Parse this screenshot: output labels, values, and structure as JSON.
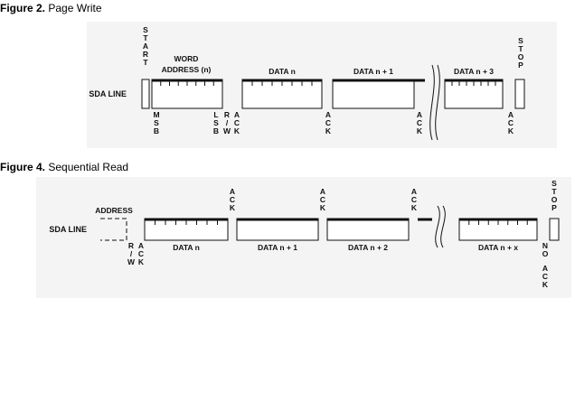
{
  "figures": [
    {
      "number": "Figure 2.",
      "title": "Page Write",
      "sda_label": "SDA LINE",
      "start_label": "START",
      "stop_label": "STOP",
      "word_address_label": [
        "WORD",
        "ADDRESS (n)"
      ],
      "data_labels": [
        "DATA n",
        "DATA n + 1",
        "DATA n + 3"
      ],
      "msb_label": "MSB",
      "lsb_label": "LSB",
      "rw_label": "R/W",
      "ack_label": "ACK"
    },
    {
      "number": "Figure 4.",
      "title": "Sequential Read",
      "sda_label": "SDA LINE",
      "address_label": "ADDRESS",
      "data_labels": [
        "DATA n",
        "DATA n + 1",
        "DATA n + 2",
        "DATA n + x"
      ],
      "rw_label": "R/W",
      "ack_label": "ACK",
      "stop_label": "STOP",
      "no_ack_label": [
        "NO",
        "ACK"
      ]
    }
  ]
}
